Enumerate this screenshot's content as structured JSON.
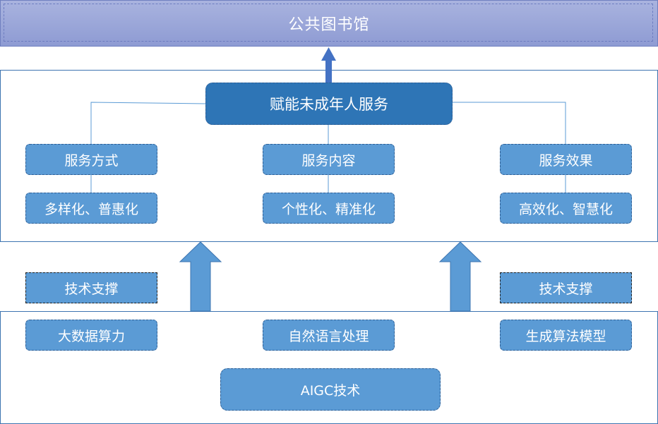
{
  "header": {
    "title": "公共图书馆"
  },
  "service": {
    "main": "赋能未成年人服务",
    "categories": [
      {
        "label": "服务方式",
        "value": "多样化、普惠化"
      },
      {
        "label": "服务内容",
        "value": "个性化、精准化"
      },
      {
        "label": "服务效果",
        "value": "高效化、智慧化"
      }
    ]
  },
  "support": {
    "left": "技术支撑",
    "right": "技术支撑"
  },
  "tech": {
    "items": [
      "大数据算力",
      "自然语言处理",
      "生成算法模型"
    ],
    "core": "AIGC技术"
  },
  "colors": {
    "top_bar": "#8e9bd3",
    "main_box": "#2e75b6",
    "box": "#5b9bd5",
    "panel_border": "#3d74b0",
    "arrow": "#5b9bd5"
  }
}
